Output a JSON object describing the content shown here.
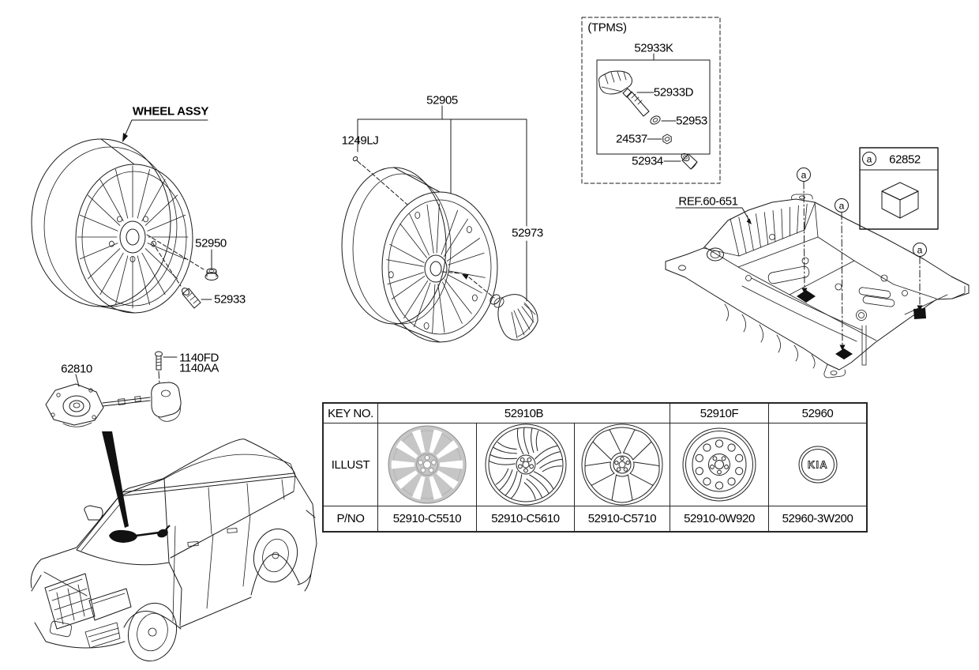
{
  "colors": {
    "background": "#ffffff",
    "line": "#1a1a1a",
    "shaded_wheel_fill": "#c6c6c6"
  },
  "callouts": {
    "wheel_assy": "WHEEL ASSY",
    "wheel_nut": "52950",
    "wheel_stud": "52933",
    "wheel_and_tire": "52905",
    "valve_core": "1249LJ",
    "balance_weight": "52973",
    "ref_floor_panel": "REF.60-651",
    "spare_tire_carrier": "62810",
    "carrier_bolt_a": "1140FD",
    "carrier_bolt_b": "1140AA"
  },
  "tpms_box": {
    "title": "(TPMS)",
    "kit": "52933K",
    "valve_stem": "52933D",
    "grommet": "52953",
    "nut": "24537",
    "cap": "52934"
  },
  "legend_box": {
    "marker": "a",
    "part_no": "62852"
  },
  "floor_markers": {
    "letter": "a"
  },
  "parts_table": {
    "row_labels": {
      "key_no": "KEY NO.",
      "illust": "ILLUST",
      "p_no": "P/NO"
    },
    "key_groups": [
      {
        "label": "52910B"
      },
      {
        "label": "52910F"
      },
      {
        "label": "52960"
      }
    ],
    "part_numbers": [
      "52910-C5510",
      "52910-C5610",
      "52910-C5710",
      "52910-0W920",
      "52960-3W200"
    ],
    "illustrations": [
      "ten-spoke-alloy-wheel",
      "split-spoke-alloy-wheel",
      "five-spoke-alloy-wheel",
      "steel-spare-wheel",
      "kia-wheel-cap"
    ],
    "cap_logo": "KIA"
  }
}
